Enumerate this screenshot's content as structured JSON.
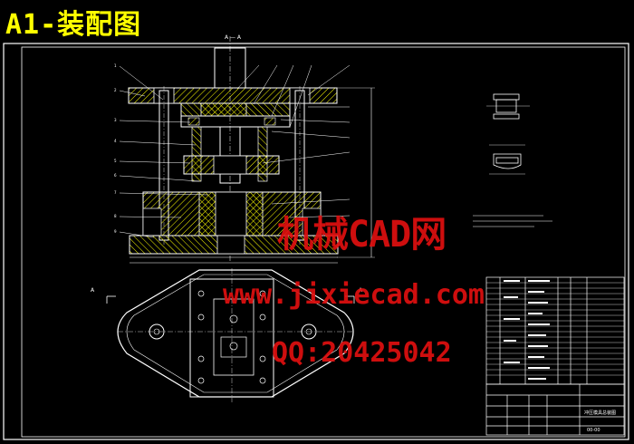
{
  "drawing": {
    "title": "A1-装配图",
    "section_label_top": "A — A",
    "section_mark": "A"
  },
  "watermark": {
    "brand": "机械CAD网",
    "url": "www.jixiecad.com",
    "qq": "QQ:20425042"
  },
  "title_block": {
    "drawing_name": "冲压模具总装图",
    "drawing_number": "00-00"
  },
  "colors": {
    "background": "#000000",
    "outline": "#ffffff",
    "hatch": "#ffff00",
    "title": "#ffff00",
    "watermark": "#e01010",
    "leader": "#ffffff"
  }
}
